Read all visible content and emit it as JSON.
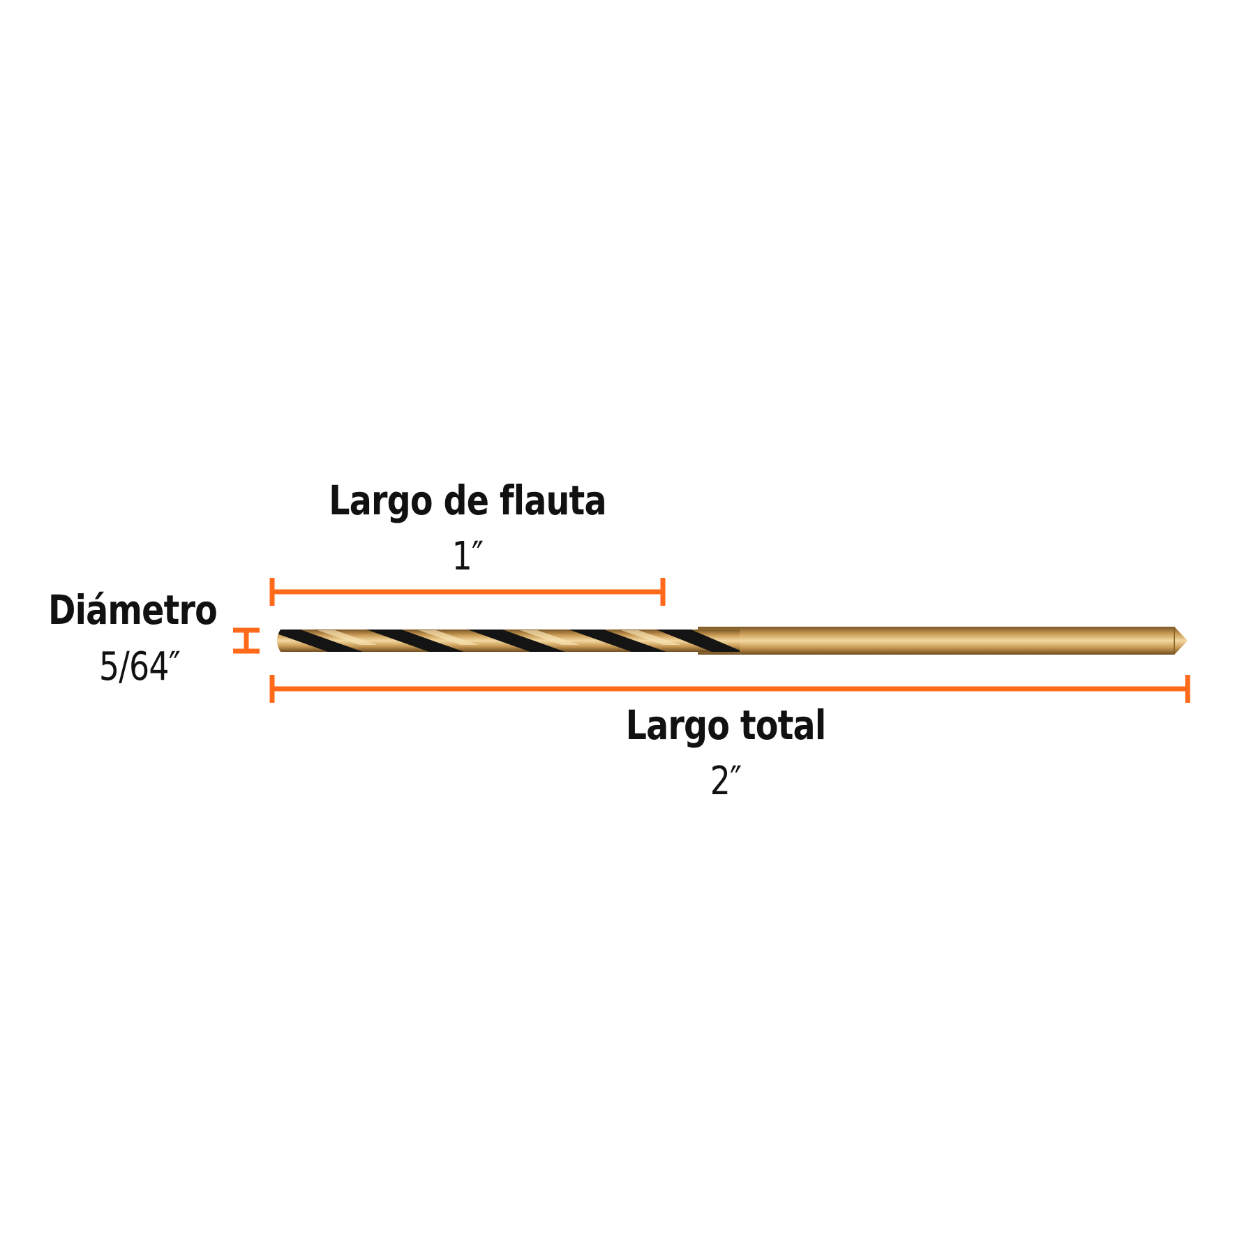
{
  "labels": {
    "flute_length": {
      "title": "Largo de flauta",
      "value": "1″"
    },
    "diameter": {
      "title": "Diámetro",
      "value": "5/64″"
    },
    "total_length": {
      "title": "Largo total",
      "value": "2″"
    }
  },
  "colors": {
    "dimension_line": "#ff6a1a",
    "text": "#111111",
    "gold_light": "#f3d9a0",
    "gold_mid": "#c99a55",
    "gold_dark": "#7a5624",
    "flute_black": "#141414"
  },
  "icons": [
    "drill-bit-icon"
  ]
}
